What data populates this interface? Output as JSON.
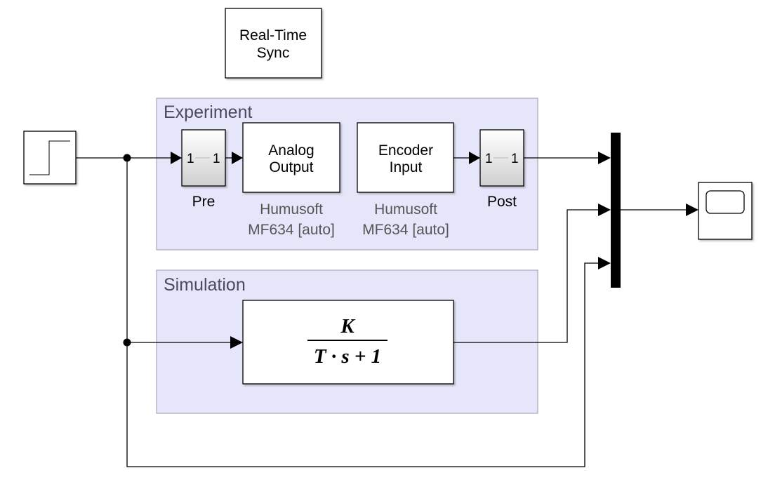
{
  "realtime_sync": {
    "line1": "Real-Time",
    "line2": "Sync"
  },
  "experiment": {
    "title": "Experiment",
    "pre": {
      "left": "1",
      "right": "1",
      "label": "Pre"
    },
    "analog_output": {
      "line1": "Analog",
      "line2": "Output",
      "sub1": "Humusoft",
      "sub2": "MF634 [auto]"
    },
    "encoder_input": {
      "line1": "Encoder",
      "line2": "Input",
      "sub1": "Humusoft",
      "sub2": "MF634 [auto]"
    },
    "post": {
      "left": "1",
      "right": "1",
      "label": "Post"
    }
  },
  "simulation": {
    "title": "Simulation",
    "transfer_fn": {
      "numerator": "K",
      "denominator": "T · s + 1"
    }
  },
  "step": {
    "icon": "step-icon"
  },
  "mux": {
    "icon": "mux-bar"
  },
  "scope": {
    "icon": "scope-icon"
  },
  "colors": {
    "area_fill": "#e6e6fb",
    "area_border": "#9a9aaa",
    "block_fill": "#ffffff",
    "line": "#000000",
    "sub_label": "#555555"
  }
}
